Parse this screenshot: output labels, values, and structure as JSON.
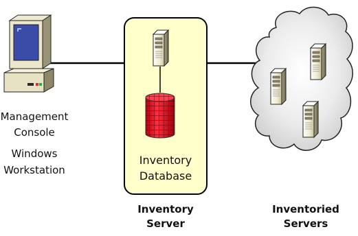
{
  "console": {
    "label_line1": "Management",
    "label_line2": "Console",
    "label_line3": "Windows",
    "label_line4": "Workstation",
    "icon": "computer-workstation-icon"
  },
  "inventory_server": {
    "db_label_line1": "Inventory",
    "db_label_line2": "Database",
    "caption_line1": "Inventory",
    "caption_line2": "Server",
    "box_color": "#ffffcc",
    "icon": "server-tower-icon",
    "db_icon": "database-cylinder-icon"
  },
  "inventoried_servers": {
    "caption_line1": "Inventoried",
    "caption_line2": "Servers",
    "server_count": 3,
    "cloud_color": "#dcdcdc",
    "icon": "server-tower-icon"
  },
  "colors": {
    "database": "#e8192c",
    "monitor_screen": "#3a4ca8",
    "server_body": "#f2eed6"
  }
}
